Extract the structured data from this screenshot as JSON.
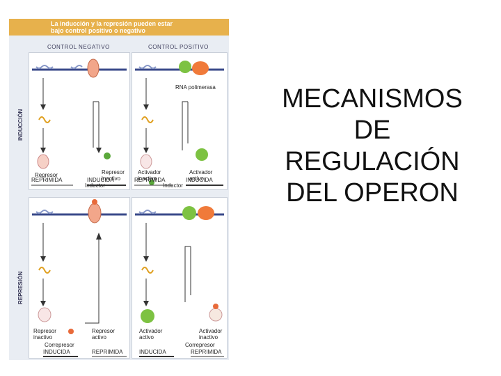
{
  "figure": {
    "header_line1": "La inducción y la represión pueden estar",
    "header_line2": "bajo control positivo o negativo",
    "col_negative": "CONTROL NEGATIVO",
    "col_positive": "CONTROL POSITIVO",
    "row_induction": "INDUCCIÓN",
    "row_repression": "REPRESIÓN",
    "panels": {
      "induction_negative": {
        "repressor": "Represor",
        "repressor_inactive_1": "Represor",
        "repressor_inactive_2": "inactivo",
        "inducer": "Inductor",
        "state_left": "REPRIMIDA",
        "state_right": "INDUCIDA"
      },
      "induction_positive": {
        "rna_polymerase": "RNA polimerasa",
        "activator_inactive_1": "Activador",
        "activator_inactive_2": "inactivo",
        "activator_active_1": "Activador",
        "activator_active_2": "activo",
        "inducer": "Inductor",
        "state_left": "REPRIMIDA",
        "state_right": "INDUCIDA"
      },
      "repression_negative": {
        "repressor_inactive_1": "Represor",
        "repressor_inactive_2": "inactivo",
        "repressor_active_1": "Represor",
        "repressor_active_2": "activo",
        "corepressor": "Correpresor",
        "state_left": "INDUCIDA",
        "state_right": "REPRIMIDA"
      },
      "repression_positive": {
        "activator_active_1": "Activador",
        "activator_active_2": "activo",
        "activator_inactive_1": "Activador",
        "activator_inactive_2": "inactivo",
        "corepressor": "Correpresor",
        "state_left": "INDUCIDA",
        "state_right": "REPRIMIDA"
      }
    }
  },
  "title": {
    "line1": "MECANISMOS",
    "line2": "DE",
    "line3": "REGULACIÓN",
    "line4": "DEL OPERON"
  },
  "colors": {
    "header": "#e7b14c",
    "repressor": "#f2a68a",
    "activator": "#7dc242",
    "polymerase": "#f07a3a",
    "inducer": "#5aa83a",
    "corepressor": "#e86a3a"
  }
}
